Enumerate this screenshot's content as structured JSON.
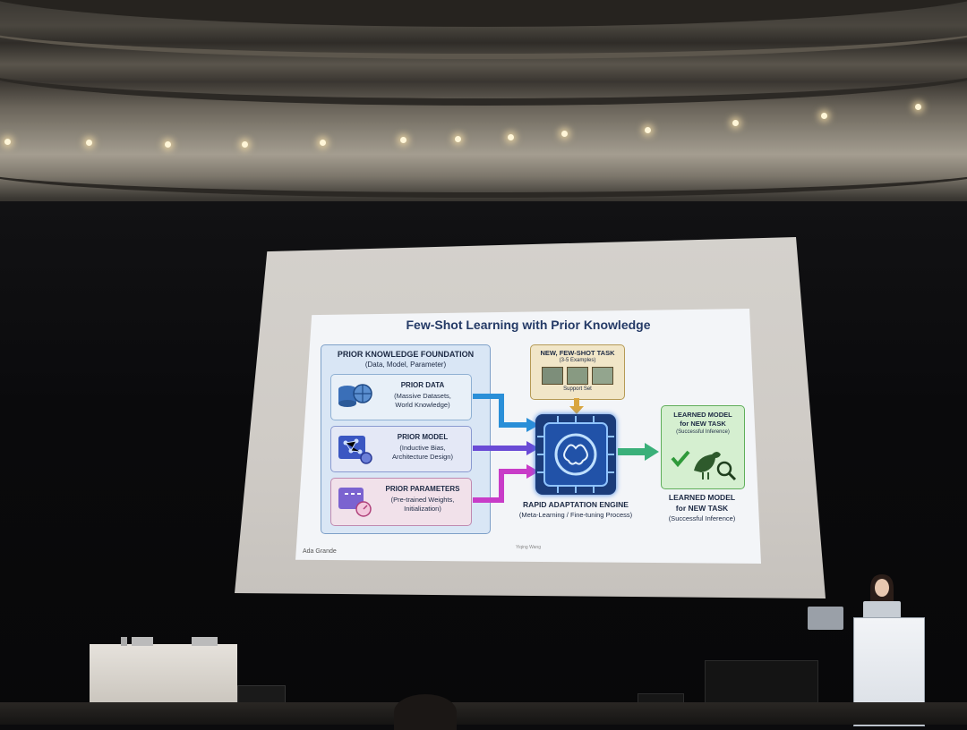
{
  "slide": {
    "title": "Few-Shot Learning with Prior Knowledge",
    "foundation": {
      "heading": "PRIOR KNOWLEDGE FOUNDATION",
      "subheading": "(Data, Model, Parameter)",
      "items": [
        {
          "title": "PRIOR DATA",
          "line1": "(Massive Datasets,",
          "line2": "World Knowledge)"
        },
        {
          "title": "PRIOR MODEL",
          "line1": "(Inductive Bias,",
          "line2": "Architecture Design)"
        },
        {
          "title": "PRIOR PARAMETERS",
          "line1": "(Pre-trained Weights,",
          "line2": "Initialization)"
        }
      ]
    },
    "task": {
      "heading": "NEW, FEW-SHOT TASK",
      "subheading": "(3-5 Examples)",
      "caption": "Support Set"
    },
    "engine": {
      "title": "RAPID ADAPTATION ENGINE",
      "subtitle": "(Meta-Learning / Fine-tuning Process)"
    },
    "result": {
      "box_line1": "LEARNED MODEL",
      "box_line2": "for NEW TASK",
      "box_line3": "(Successful Inference)",
      "label_line1": "LEARNED MODEL",
      "label_line2": "for NEW TASK",
      "label_line3": "(Successful Inference)"
    },
    "footer_left": "Ada Grande",
    "footer_center": "Yiqing Wang"
  },
  "colors": {
    "slide_bg": "#f3f5f8",
    "foundation_bg": "#d9e6f5",
    "data_arrow": "#2a8fd8",
    "model_arrow": "#6a4bd6",
    "param_arrow": "#c83cc8",
    "output_arrow": "#3ab07a",
    "task_bg": "#f1e6c8",
    "result_bg": "#d5efd0"
  }
}
